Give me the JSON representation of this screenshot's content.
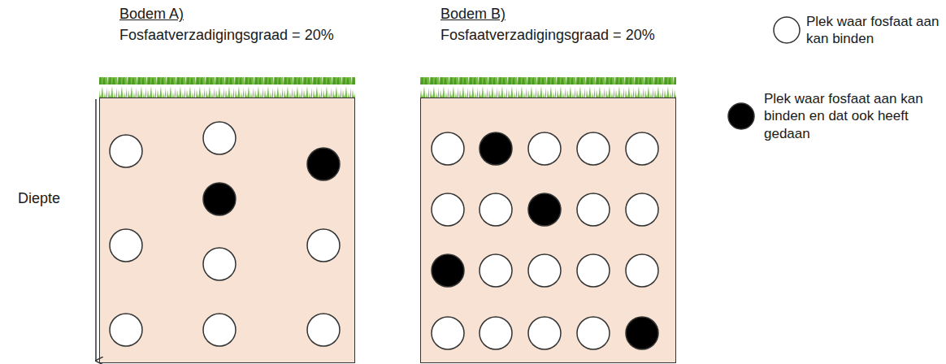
{
  "diagram": {
    "nodes": [
      {
        "text": [
          "Bodem A)",
          "Fosfaatverzadigingsgraad = 20%"
        ]
      },
      {
        "text": [
          "Bodem B)",
          "Fosfaatverzadigingsgraad = 20%"
        ]
      }
    ],
    "labels": [
      "Diepte"
    ],
    "legend": [
      {
        "text": "Plek waar fosfaat aan kan binden",
        "color": "#ffffff"
      },
      {
        "text": "Plek waar fosfaat aan kan binden en dat ook heeft gedaan",
        "color": "#000000"
      }
    ]
  }
}
